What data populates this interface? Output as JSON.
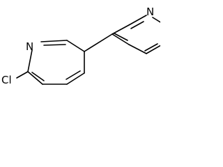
{
  "molecule": {
    "atoms": {
      "pyridine_n_right": "N",
      "pyridine_n_left": "N",
      "chlorine": "Cl"
    }
  },
  "colors": {
    "bond": "#000000",
    "background": "#ffffff"
  }
}
